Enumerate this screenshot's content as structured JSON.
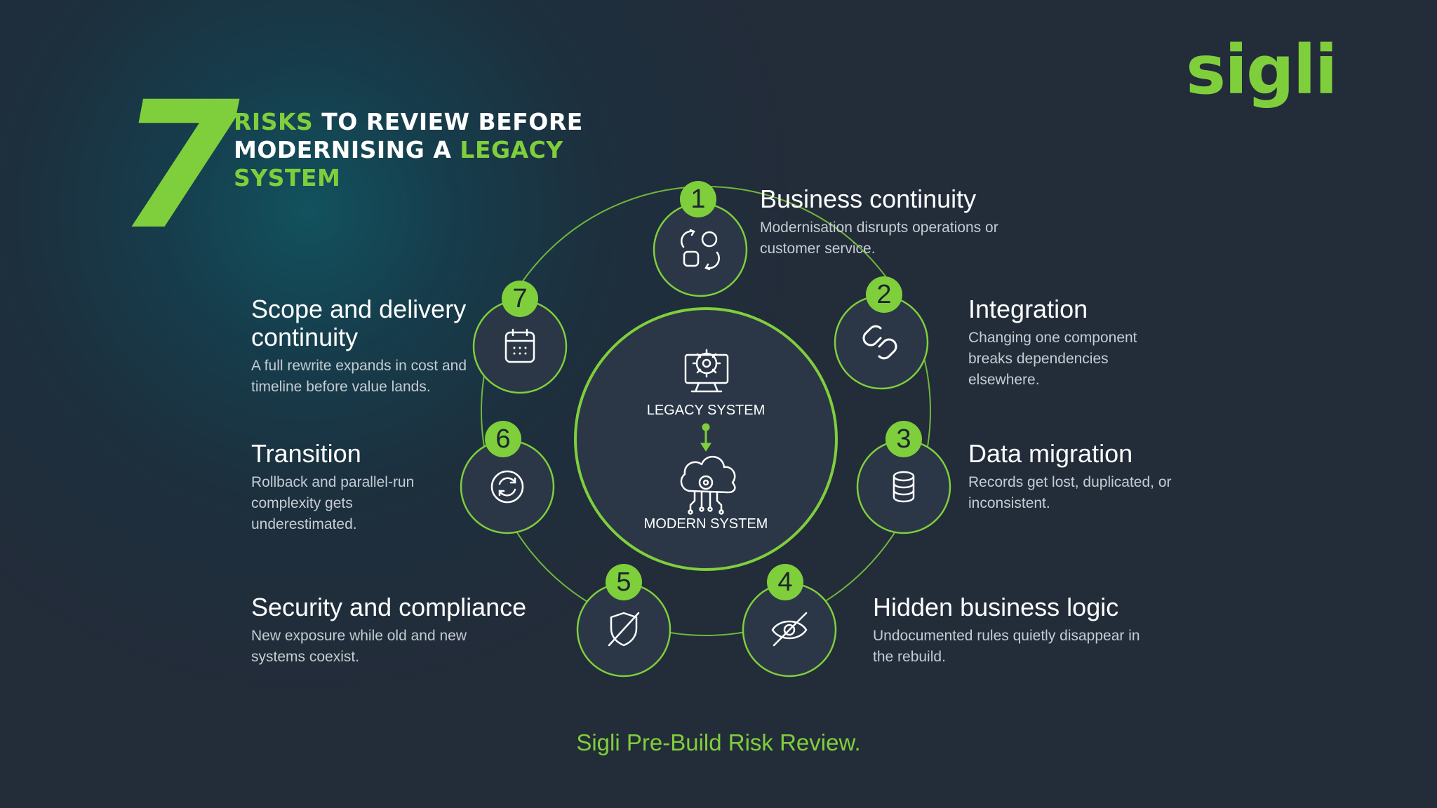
{
  "header": {
    "number": "7",
    "title_part1": "RISKS",
    "title_part2": "TO REVIEW BEFORE",
    "title_part3": "MODERNISING A",
    "title_part4": "LEGACY",
    "title_part5": "SYSTEM"
  },
  "brand": {
    "logo": "sigli"
  },
  "core": {
    "top_label": "LEGACY SYSTEM",
    "bottom_label": "MODERN SYSTEM",
    "top_icon": "monitor-gear-icon",
    "bottom_icon": "cloud-gear-icon"
  },
  "risks": [
    {
      "number": "1",
      "title": "Business continuity",
      "description": "Modernisation disrupts operations or customer service.",
      "icon": "shapes-cycle-icon"
    },
    {
      "number": "2",
      "title": "Integration",
      "description": "Changing one component breaks dependencies elsewhere.",
      "icon": "link-icon"
    },
    {
      "number": "3",
      "title": "Data migration",
      "description": "Records get lost, duplicated, or inconsistent.",
      "icon": "database-icon"
    },
    {
      "number": "4",
      "title": "Hidden business logic",
      "description": "Undocumented rules quietly disappear in the rebuild.",
      "icon": "eye-off-icon"
    },
    {
      "number": "5",
      "title": "Security and compliance",
      "description": "New exposure while old and new systems coexist.",
      "icon": "shield-off-icon"
    },
    {
      "number": "6",
      "title": "Transition",
      "description": "Rollback and parallel-run complexity gets underestimated.",
      "icon": "refresh-icon"
    },
    {
      "number": "7",
      "title": "Scope and delivery continuity",
      "description": "A full rewrite expands in cost and timeline before value lands.",
      "icon": "calendar-icon"
    }
  ],
  "footer": {
    "text": "Sigli Pre-Build Risk Review."
  },
  "colors": {
    "accent": "#7fcf3c",
    "background": "#232c39",
    "node_fill": "#2b3747",
    "text_muted": "#c4ccd4"
  }
}
